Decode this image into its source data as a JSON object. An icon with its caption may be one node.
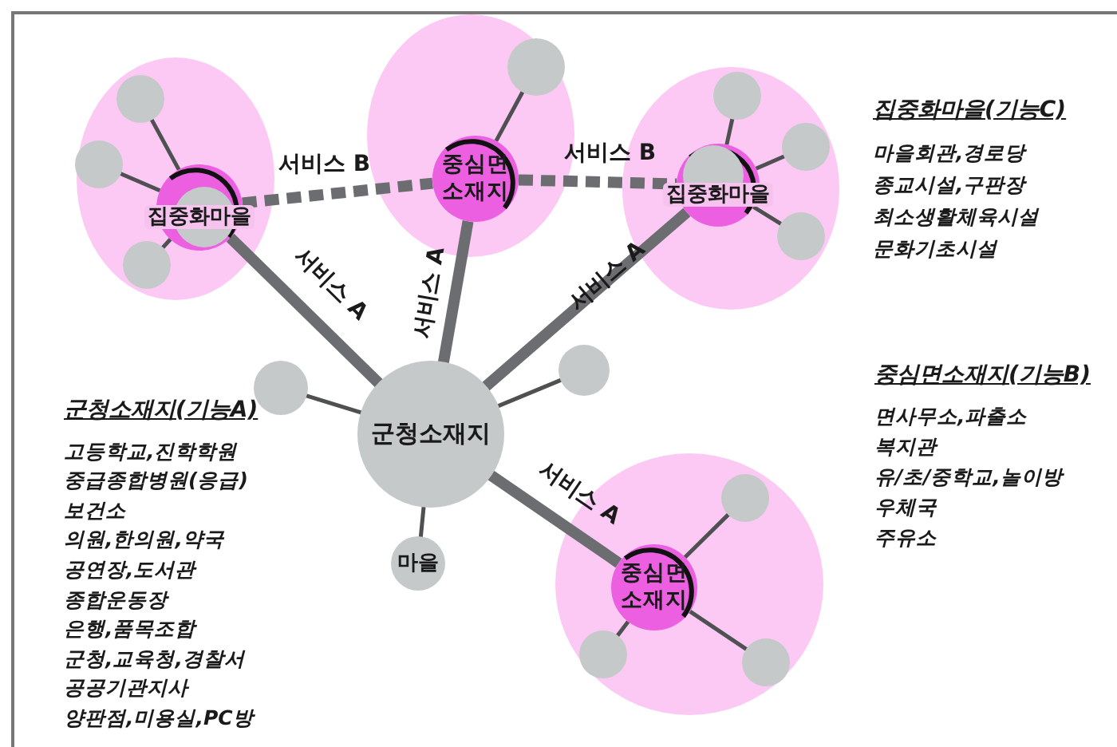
{
  "diagram": {
    "nodes": [
      {
        "text": [],
        "shape": "ellipse"
      },
      {
        "text": [
          "집중화마을"
        ],
        "in": 0
      },
      {
        "text": [],
        "shape": "circle",
        "in": 0
      },
      {
        "text": [],
        "shape": "circle",
        "in": 0
      },
      {
        "text": [],
        "shape": "circle",
        "in": 0
      },
      {
        "text": [],
        "shape": "ellipse"
      },
      {
        "text": [
          "중심면소재지"
        ],
        "in": 5
      },
      {
        "text": [],
        "shape": "circle",
        "in": 5
      },
      {
        "text": [],
        "shape": "ellipse"
      },
      {
        "text": [
          "집중화마을"
        ],
        "in": 8
      },
      {
        "text": [],
        "shape": "circle",
        "in": 8
      },
      {
        "text": [],
        "shape": "circle",
        "in": 8
      },
      {
        "text": [],
        "shape": "circle",
        "in": 8
      },
      {
        "text": [
          "군청소재지"
        ]
      },
      {
        "text": [],
        "shape": "circle"
      },
      {
        "text": [],
        "shape": "circle"
      },
      {
        "text": [
          "마을"
        ]
      },
      {
        "text": [],
        "shape": "ellipse"
      },
      {
        "text": [
          "중심면소재지"
        ],
        "in": 17
      },
      {
        "text": [],
        "shape": "circle",
        "in": 17
      },
      {
        "text": [],
        "shape": "circle",
        "in": 17
      },
      {
        "text": [],
        "shape": "circle",
        "in": 17
      }
    ],
    "edges": [
      {
        "from": 1,
        "to": 2,
        "arrow": "none"
      },
      {
        "from": 1,
        "to": 3,
        "arrow": "none"
      },
      {
        "from": 1,
        "to": 4,
        "arrow": "none"
      },
      {
        "from": 6,
        "to": 7,
        "arrow": "none"
      },
      {
        "from": 9,
        "to": 10,
        "arrow": "none"
      },
      {
        "from": 9,
        "to": 11,
        "arrow": "none"
      },
      {
        "from": 9,
        "to": 12,
        "arrow": "none"
      },
      {
        "from": 13,
        "to": 14,
        "arrow": "none"
      },
      {
        "from": 13,
        "to": 15,
        "arrow": "none"
      },
      {
        "from": 13,
        "to": 16,
        "arrow": "none"
      },
      {
        "from": 18,
        "to": 19,
        "arrow": "none"
      },
      {
        "from": 18,
        "to": 20,
        "arrow": "none"
      },
      {
        "from": 18,
        "to": 21,
        "arrow": "none"
      },
      {
        "from": 13,
        "to": 1,
        "arrow": "none",
        "style": "thick",
        "label": "서비스 A"
      },
      {
        "from": 13,
        "to": 6,
        "arrow": "none",
        "style": "thick",
        "label": "서비스 A"
      },
      {
        "from": 13,
        "to": 9,
        "arrow": "none",
        "style": "thick",
        "label": "서비스 A"
      },
      {
        "from": 13,
        "to": 18,
        "arrow": "none",
        "style": "thick",
        "label": "서비스 A"
      },
      {
        "from": 1,
        "to": 6,
        "arrow": "none",
        "style": "dashed",
        "label": "서비스 B"
      },
      {
        "from": 6,
        "to": 9,
        "arrow": "none",
        "style": "dashed",
        "label": "서비스 B"
      }
    ],
    "labels": [
      "집중화마을(기능C)",
      "마을회관,경로당",
      "종교시설,구판장",
      "최소생활체육시설",
      "문화기초시설",
      "중심면소재지(기능B)",
      "면사무소,파출소",
      "복지관",
      "유/초/중학교,놀이방",
      "우체국",
      "주유소",
      "군청소재지(기능A)",
      "고등학교,진학학원",
      "중급종합병원(응급)",
      "보건소",
      "의원,한의원,약국",
      "공연장,도서관",
      "종합운동장",
      "은행,품목조합",
      "군청,교육청,경찰서",
      "공공기관지사",
      "양판점,미용실,PC방"
    ]
  }
}
